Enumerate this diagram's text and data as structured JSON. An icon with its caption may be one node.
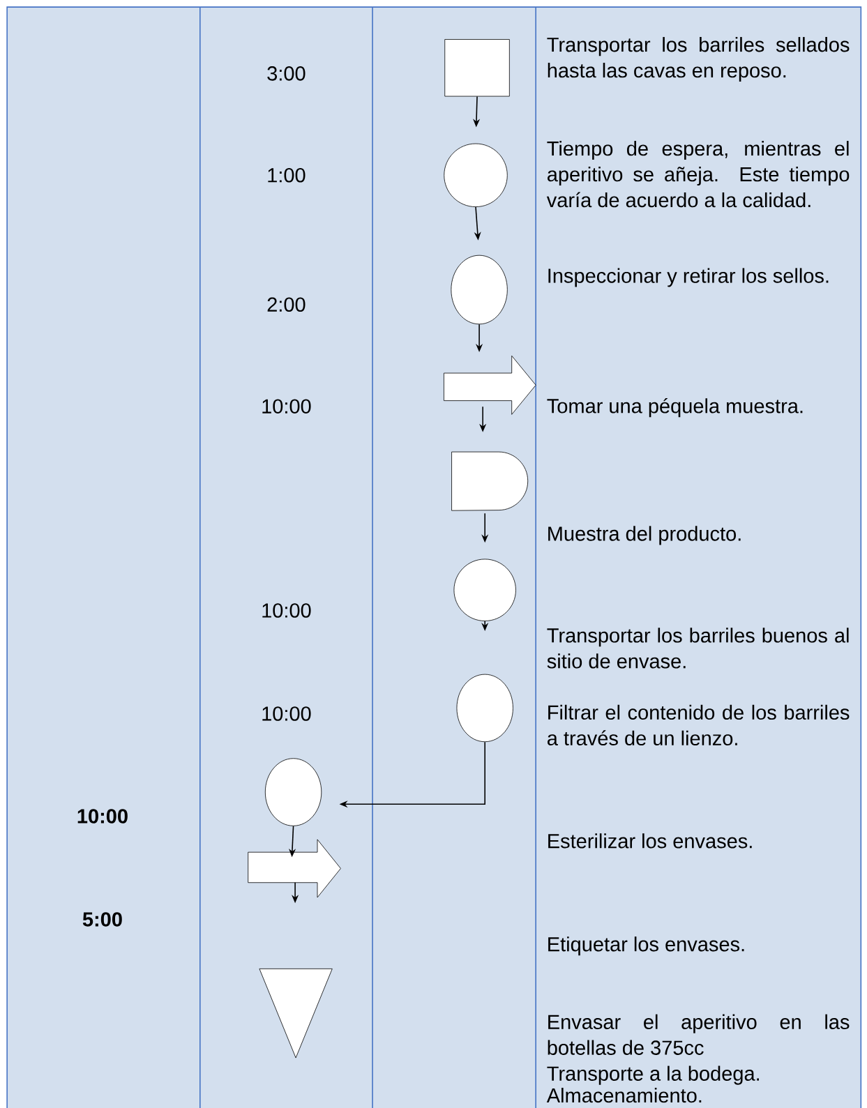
{
  "diagram": {
    "nodes": [
      {
        "text": [],
        "shape": "box"
      },
      {
        "text": [],
        "shape": "circle"
      },
      {
        "text": [],
        "shape": "circle"
      },
      {
        "text": [],
        "shape": "arrow"
      },
      {
        "text": [],
        "shape": "delay"
      },
      {
        "text": [],
        "shape": "circle"
      },
      {
        "text": [],
        "shape": "circle"
      },
      {
        "text": [],
        "shape": "circle"
      },
      {
        "text": [],
        "shape": "arrow"
      },
      {
        "text": [],
        "shape": "triangle"
      }
    ],
    "edges": [
      {
        "from": 0,
        "to": 1,
        "arrow": "to"
      },
      {
        "from": 1,
        "to": 2,
        "arrow": "to"
      },
      {
        "from": 2,
        "to": 3,
        "arrow": "to"
      },
      {
        "from": 3,
        "to": 4,
        "arrow": "to"
      },
      {
        "from": 4,
        "to": 5,
        "arrow": "to"
      },
      {
        "from": 5,
        "to": null,
        "arrow": "to"
      },
      {
        "from": 6,
        "to": 7,
        "arrow": "to"
      },
      {
        "from": 7,
        "to": 8,
        "arrow": "to"
      },
      {
        "from": 8,
        "to": null,
        "arrow": "to"
      }
    ],
    "labels": [
      "3:00",
      "Transportar los barriles sellados hasta las cavas en reposo.",
      "1:00",
      "Tiempo de espera, mientras el aperitivo se añeja. Este tiempo varía de acuerdo a la calidad.",
      "2:00",
      "Inspeccionar y retirar los sellos.",
      "10:00",
      "Tomar una péquela muestra.",
      "Muestra del producto.",
      "10:00",
      "Transportar los barriles buenos al sitio de envase.",
      "10:00",
      "Filtrar el contenido de los barriles a través de un lienzo.",
      "10:00",
      "Esterilizar los envases.",
      "5:00",
      "Etiquetar los envases.",
      "Envasar el aperitivo en las botellas de 375cc",
      "Transporte a la bodega.",
      "Almacenamiento."
    ]
  }
}
